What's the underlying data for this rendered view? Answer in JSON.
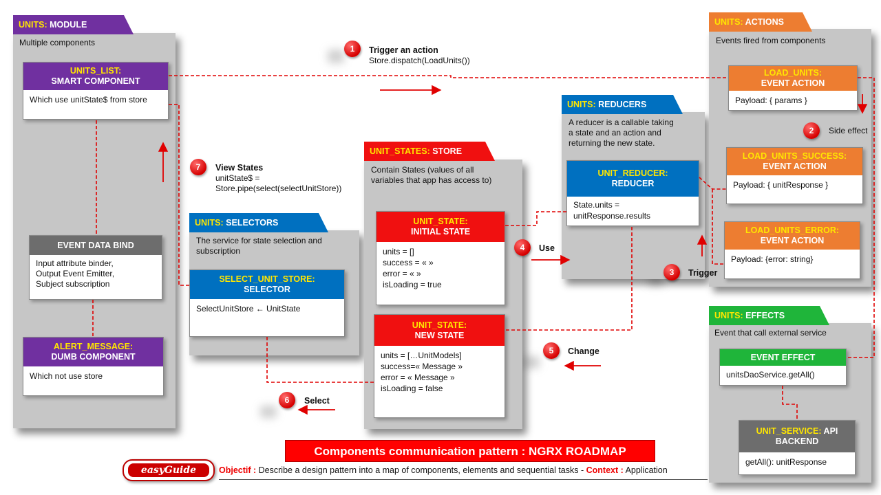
{
  "module": {
    "tab_key": "UNITS:",
    "tab_rest": " MODULE",
    "desc": "Multiple components",
    "units_list": {
      "h1": "UNITS_LIST:",
      "h2": "SMART COMPONENT",
      "body": "Which use unitState$ from store"
    },
    "event_data_bind": {
      "h1": "EVENT DATA BIND",
      "l1": "Input attribute binder,",
      "l2": "Output Event Emitter,",
      "l3": "Subject subscription"
    },
    "alert_message": {
      "h1": "ALERT_MESSAGE:",
      "h2": "DUMB COMPONENT",
      "body": "Which not use store"
    }
  },
  "actions": {
    "tab_key": "UNITS:",
    "tab_rest": " ACTIONS",
    "desc": "Events fired from components",
    "load_units": {
      "h1": "LOAD_UNITS:",
      "h2": "EVENT ACTION",
      "body": "Payload: { params }"
    },
    "load_units_success": {
      "h1": "LOAD_UNITS_SUCCESS:",
      "h2": "EVENT ACTION",
      "body": "Payload: { unitResponse  }"
    },
    "load_units_error": {
      "h1": "LOAD_UNITS_ERROR:",
      "h2": "EVENT ACTION",
      "body": "Payload: {error:   string}"
    }
  },
  "reducers": {
    "tab_key": "UNITS:",
    "tab_rest": " REDUCERS",
    "l1": "A reducer is a callable taking",
    "l2": "a state and an action and",
    "l3": "returning the new state.",
    "unit_reducer": {
      "h1": "UNIT_REDUCER:",
      "h2": "REDUCER",
      "l1": "State.units =",
      "l2": "unitResponse.results"
    }
  },
  "store": {
    "tab_key": "UNIT_STATES:",
    "tab_rest": "  STORE",
    "l1": "Contain States (values  of all",
    "l2": "variables  that app has access to)",
    "initial": {
      "h1": "UNIT_STATE:",
      "h2": "INITIAL STATE",
      "l1": "units = []",
      "l2": "success = «   »",
      "l3": "error = «   »",
      "l4": "isLoading = true"
    },
    "new": {
      "h1": "UNIT_STATE:",
      "h2": "NEW STATE",
      "l1": "units = […UnitModels]",
      "l2": "success=« Message »",
      "l3": "error  = « Message  »",
      "l4": "isLoading = false"
    }
  },
  "selectors": {
    "tab_key": "UNITS:",
    "tab_rest": "  SELECTORS",
    "l1": "The service for state selection and",
    "l2": "subscription",
    "select_unit_store": {
      "h1": "SELECT_UNIT_STORE:",
      "h2": "SELECTOR",
      "body": "SelectUnitStore  ← UnitState"
    }
  },
  "effects": {
    "tab_key": "UNITS:",
    "tab_rest": " EFFECTS",
    "desc": "Event that call external service",
    "event_effect": {
      "h1": "EVENT EFFECT",
      "body": "unitsDaoService.getAll()"
    },
    "unit_service": {
      "h1": "UNIT_SERVICE:",
      "h1b": "  API",
      "h2": "BACKEND",
      "body": "getAll(): unitResponse"
    }
  },
  "steps": {
    "s1": {
      "num": "1",
      "label": "Trigger an action",
      "text": "Store.dispatch(LoadUnits())"
    },
    "s2": {
      "num": "2",
      "label": "Side effect"
    },
    "s3": {
      "num": "3",
      "label": "Trigger"
    },
    "s4": {
      "num": "4",
      "label": "Use"
    },
    "s5": {
      "num": "5",
      "label": "Change"
    },
    "s6": {
      "num": "6",
      "label": "Select"
    },
    "s7": {
      "num": "7",
      "label": "View States",
      "t1": "unitState$ =",
      "t2": "Store.pipe(select(selectUnitStore))"
    }
  },
  "footer": {
    "title": "Components communication pattern : NGRX ROADMAP",
    "objective_key": "Objectif :",
    "objective_text": " Describe a design pattern into a map of components, elements and sequential tasks - ",
    "context_key": "Context :",
    "context_text": " Application",
    "logo": "easyGuide"
  },
  "colors": {
    "connector": "#e00000",
    "module": "#7030a0",
    "actions": "#ed7d31",
    "reducers": "#0070c0",
    "store": "#f01010",
    "effects": "#1fb53a"
  }
}
